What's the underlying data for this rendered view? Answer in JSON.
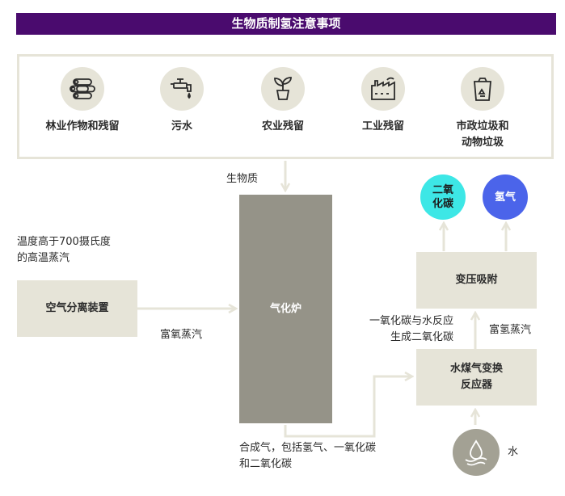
{
  "title": "生物质制氢注意事项",
  "sources": [
    {
      "icon": "log-pile-icon",
      "label": "林业作物和残留"
    },
    {
      "icon": "faucet-icon",
      "label": "污水"
    },
    {
      "icon": "plant-pot-icon",
      "label": "农业残留"
    },
    {
      "icon": "factory-icon",
      "label": "工业残留"
    },
    {
      "icon": "recycle-bin-icon",
      "label_line1": "市政垃圾和",
      "label_line2": "动物垃圾"
    }
  ],
  "labels": {
    "biomass": "生物质",
    "temp_line1": "温度高于700摄氏度",
    "temp_line2": "的高温蒸汽",
    "air_separation": "空气分离装置",
    "rich_oxygen_steam": "富氧蒸汽",
    "gasifier": "气化炉",
    "syngas_line1": "合成气，包括氢气、一氧化碳",
    "syngas_line2": "和二氧化碳",
    "wgs_line1": "水煤气变换",
    "wgs_line2": "反应器",
    "co_reaction_line1": "一氧化碳与水反应",
    "co_reaction_line2": "生成二氧化碳",
    "rich_hydrogen_steam": "富氢蒸汽",
    "psa": "变压吸附",
    "co2_line1": "二氧",
    "co2_line2": "化碳",
    "hydrogen": "氢气",
    "water": "水"
  },
  "colors": {
    "title_bg": "#4a0b6e",
    "box": "#e6e4d8",
    "gasifier": "#959388",
    "co2": "#3de7e6",
    "hydrogen": "#4b64ea",
    "water_circle": "#a3a194"
  }
}
